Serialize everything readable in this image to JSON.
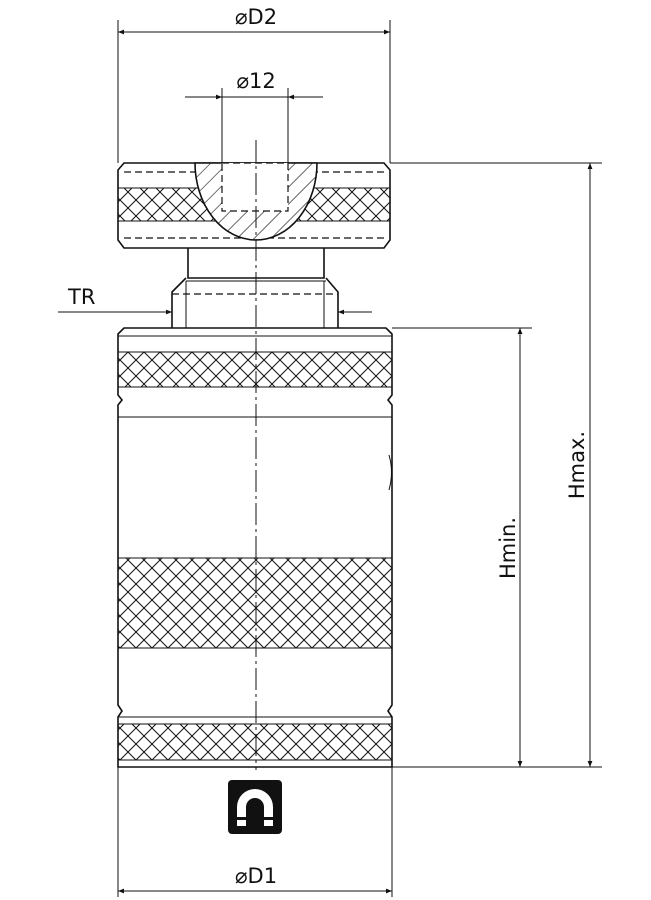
{
  "labels": {
    "d2": "⌀D2",
    "d12": "⌀12",
    "tr": "TR",
    "hmax": "Hmax.",
    "hmin": "Hmin.",
    "d1": "⌀D1"
  },
  "icons": {
    "magnet": "magnet-icon"
  },
  "colors": {
    "line": "#111111",
    "background": "#ffffff"
  }
}
